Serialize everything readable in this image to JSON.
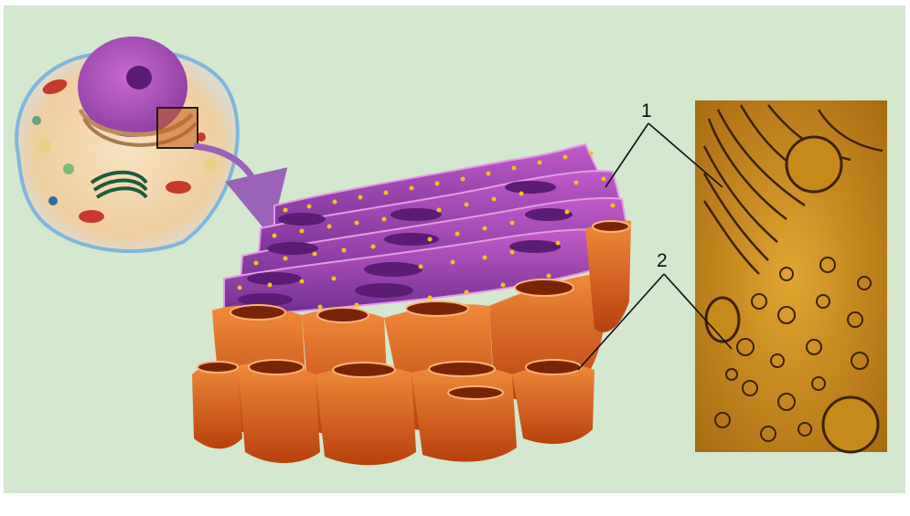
{
  "labels": {
    "one": "1",
    "two": "2"
  },
  "colors": {
    "background": "#d4e7cf",
    "rough_er": "#8e3fa3",
    "smooth_er": "#d85e1c",
    "ribosome": "#f2c21b",
    "micrograph": "#c8901e",
    "pointer_arrow": "#9a63b8"
  },
  "icons": {
    "cell": "animal-cell-illustration",
    "er": "endoplasmic-reticulum-illustration",
    "micrograph": "electron-micrograph",
    "arrow": "curved-arrow-icon"
  }
}
